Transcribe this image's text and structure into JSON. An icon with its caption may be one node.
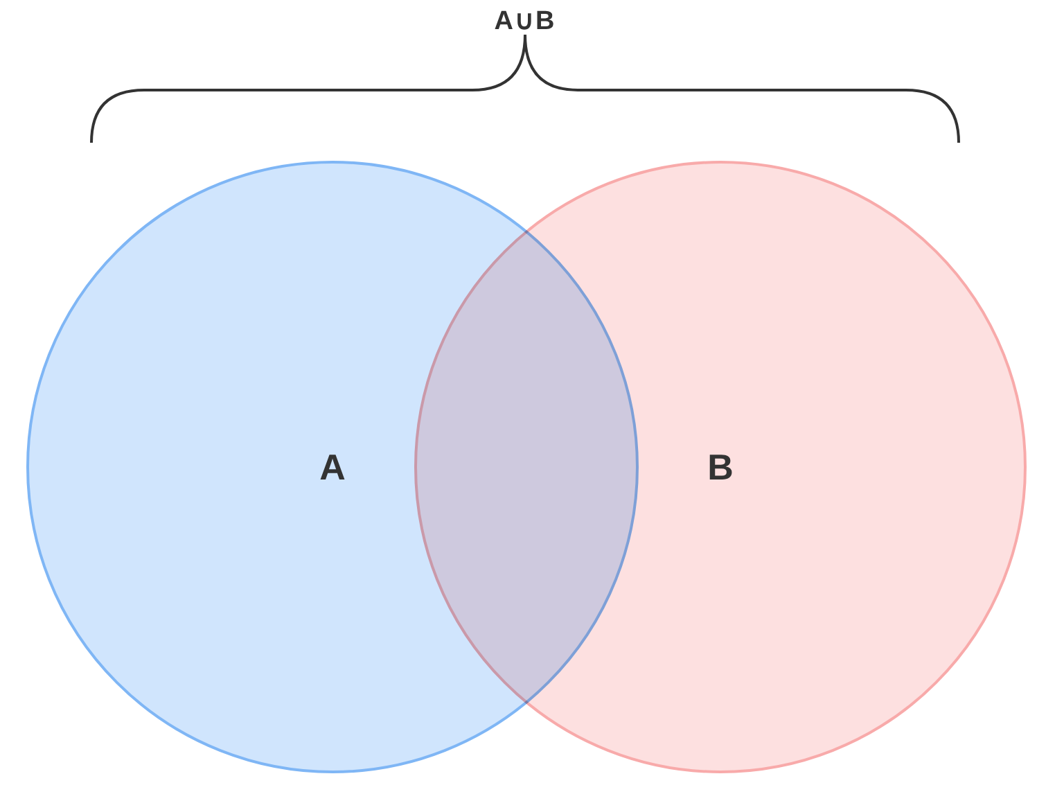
{
  "diagram": {
    "nodes": [
      {
        "text": [
          "A"
        ]
      },
      {
        "text": [
          "B"
        ]
      }
    ],
    "labels": [
      "A∪B"
    ]
  }
}
